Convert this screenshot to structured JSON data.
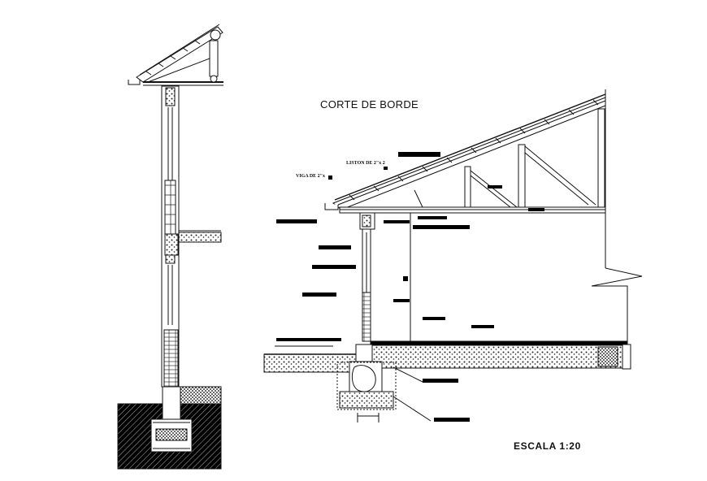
{
  "drawing": {
    "title": "CORTE DE BORDE",
    "scale_label": "ESCALA   1:20",
    "notes": {
      "liston": "LISTON  DE 2\"x 2",
      "viga": "VIGA DE  2\"x"
    },
    "colors": {
      "line": "#111111",
      "background": "#ffffff",
      "hatch_fill": "#000000"
    }
  }
}
